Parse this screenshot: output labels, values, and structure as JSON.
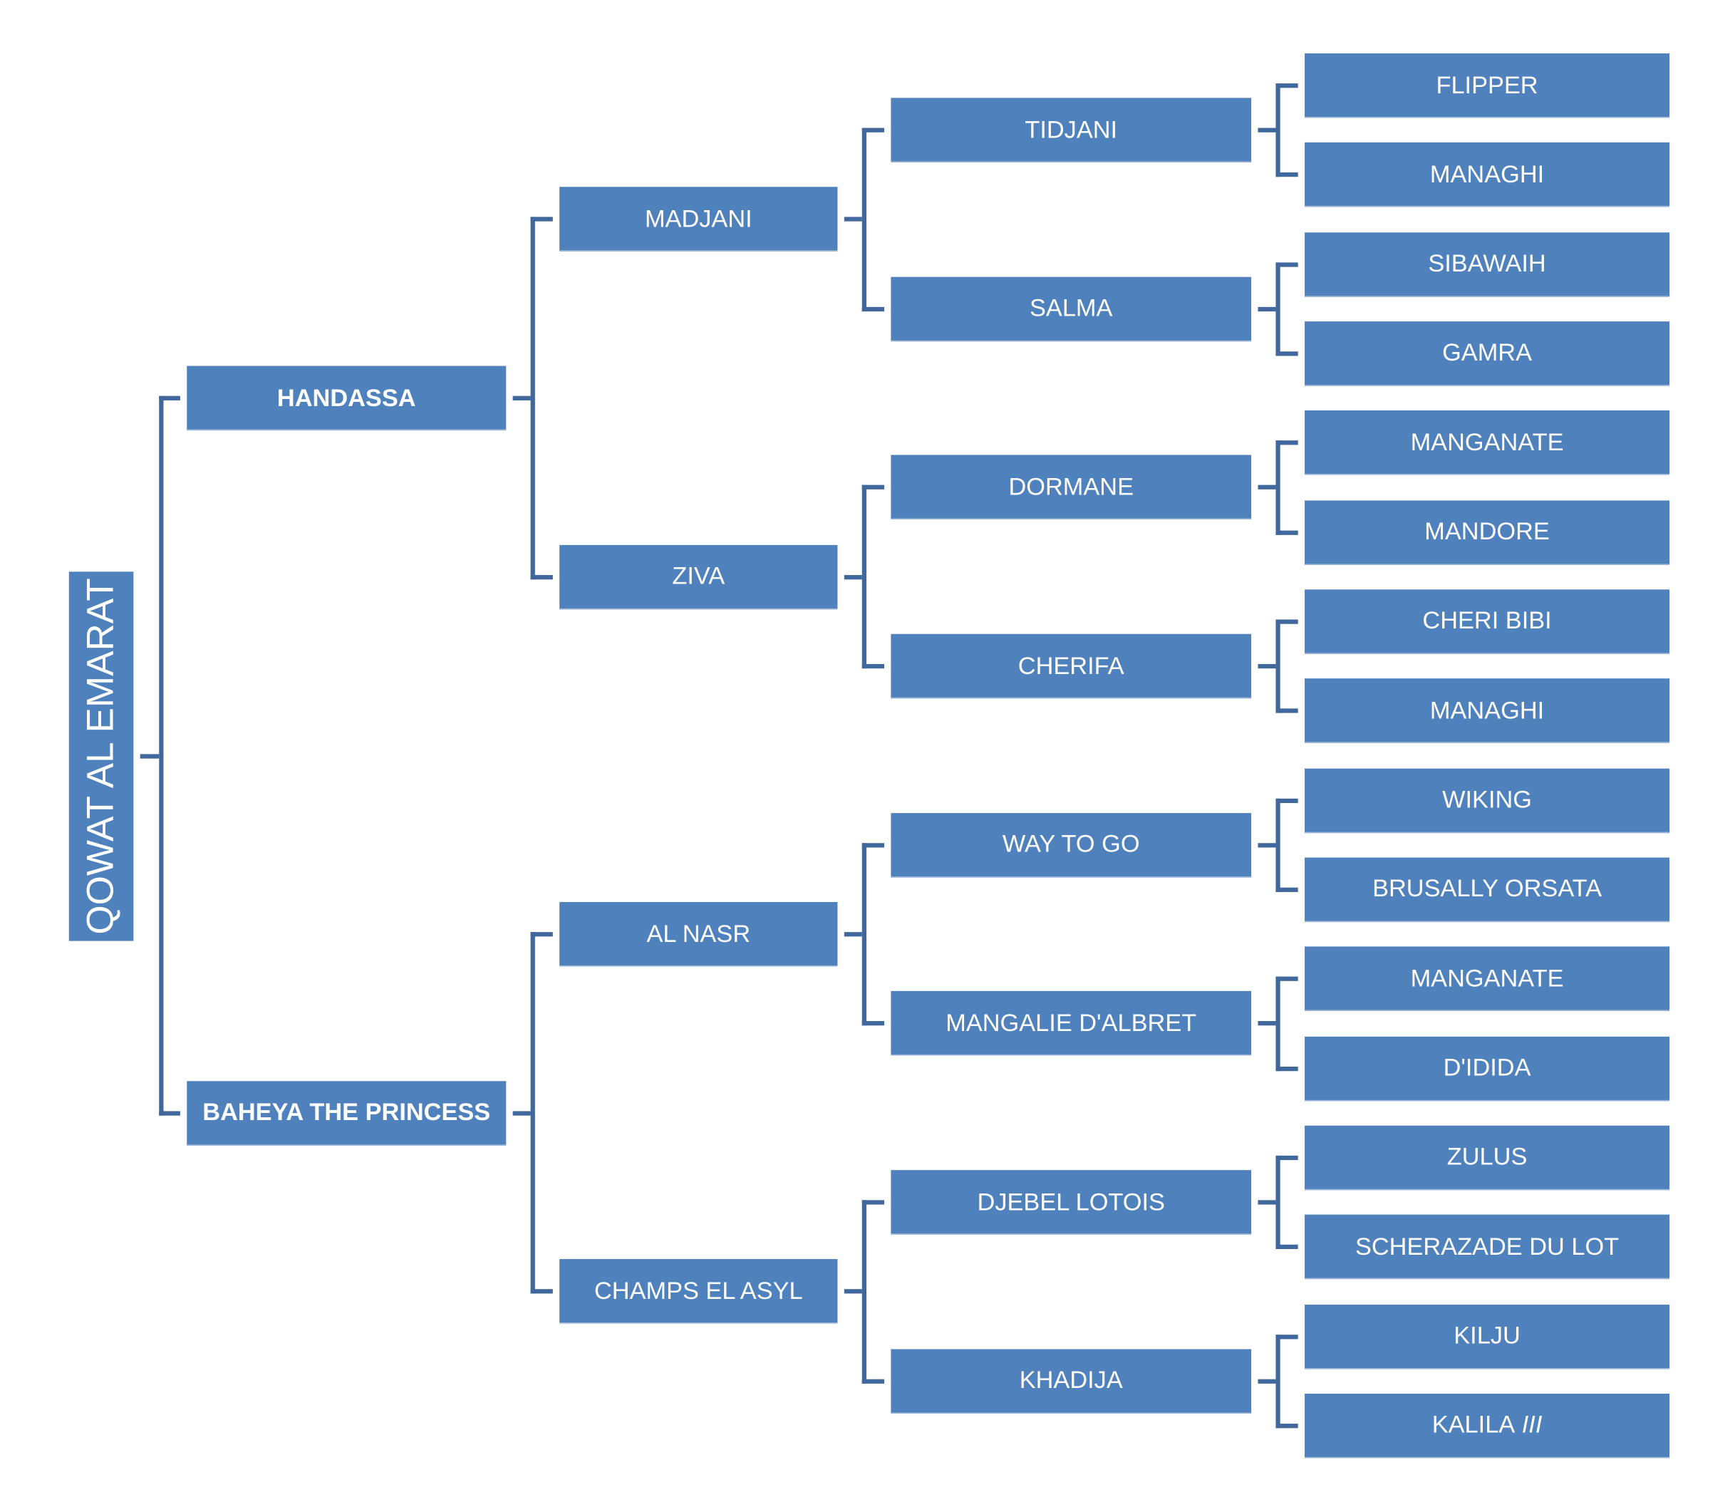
{
  "colors": {
    "box": "#4f81bd",
    "connector": "#41689c",
    "text": "#ffffff"
  },
  "root": {
    "label": "QOWAT AL EMARAT"
  },
  "tree": [
    {
      "label": "HANDASSA",
      "children": [
        {
          "label": "MADJANI",
          "children": [
            {
              "label": "TIDJANI",
              "children": [
                {
                  "label": "FLIPPER"
                },
                {
                  "label": "MANAGHI"
                }
              ]
            },
            {
              "label": "SALMA",
              "children": [
                {
                  "label": "SIBAWAIH"
                },
                {
                  "label": "GAMRA"
                }
              ]
            }
          ]
        },
        {
          "label": "ZIVA",
          "children": [
            {
              "label": "DORMANE",
              "children": [
                {
                  "label": "MANGANATE"
                },
                {
                  "label": "MANDORE"
                }
              ]
            },
            {
              "label": "CHERIFA",
              "children": [
                {
                  "label": "CHERI BIBI"
                },
                {
                  "label": "MANAGHI"
                }
              ]
            }
          ]
        }
      ]
    },
    {
      "label": "BAHEYA THE PRINCESS",
      "children": [
        {
          "label": "AL NASR",
          "children": [
            {
              "label": "WAY TO GO",
              "children": [
                {
                  "label": "WIKING"
                },
                {
                  "label": "BRUSALLY ORSATA"
                }
              ]
            },
            {
              "label": "MANGALIE D'ALBRET",
              "children": [
                {
                  "label": "MANGANATE"
                },
                {
                  "label": "D'IDIDA"
                }
              ]
            }
          ]
        },
        {
          "label": "CHAMPS EL ASYL",
          "children": [
            {
              "label": "DJEBEL LOTOIS",
              "children": [
                {
                  "label": "ZULUS"
                },
                {
                  "label": "SCHERAZADE DU LOT"
                }
              ]
            },
            {
              "label": "KHADIJA",
              "children": [
                {
                  "label": "KILJU"
                },
                {
                  "label": "KALILA",
                  "suffix": "III"
                }
              ]
            }
          ]
        }
      ]
    }
  ]
}
